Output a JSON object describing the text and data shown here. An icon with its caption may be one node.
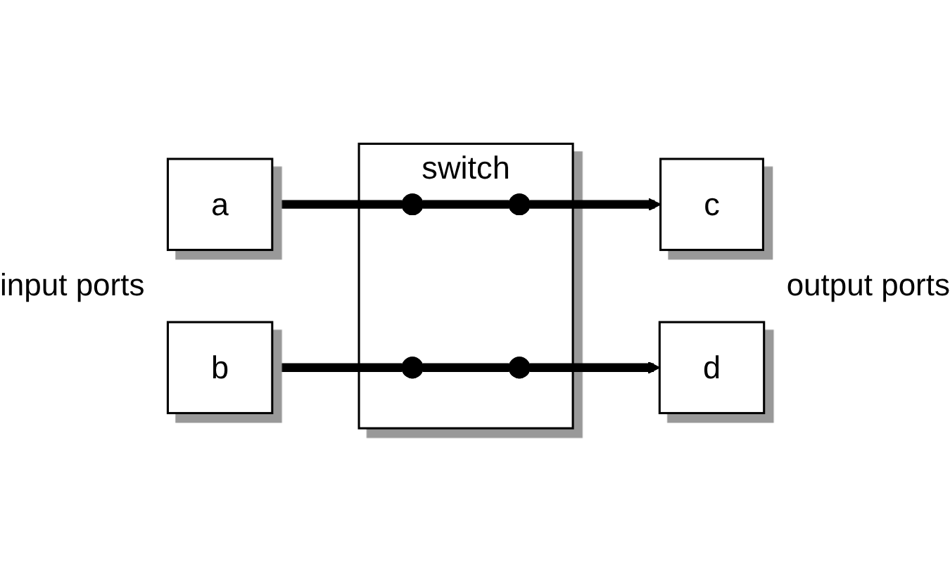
{
  "diagram": {
    "nodes": [
      {
        "text": [
          "a"
        ]
      },
      {
        "text": [
          "b"
        ]
      },
      {
        "text": [
          "switch"
        ]
      },
      {
        "text": [],
        "shape": "circle",
        "in": 2
      },
      {
        "text": [],
        "shape": "circle",
        "in": 2
      },
      {
        "text": [],
        "shape": "circle",
        "in": 2
      },
      {
        "text": [],
        "shape": "circle",
        "in": 2
      },
      {
        "text": [
          "c"
        ]
      },
      {
        "text": [
          "d"
        ]
      }
    ],
    "edges": [
      {
        "from": 0,
        "to": 3,
        "arrow": "none"
      },
      {
        "from": 3,
        "to": 4,
        "arrow": "none"
      },
      {
        "from": 4,
        "to": 7,
        "arrow": "to"
      },
      {
        "from": 1,
        "to": 5,
        "arrow": "none"
      },
      {
        "from": 5,
        "to": 6,
        "arrow": "none"
      },
      {
        "from": 6,
        "to": 8,
        "arrow": "to"
      }
    ],
    "labels": [
      "input ports",
      "output ports"
    ]
  }
}
